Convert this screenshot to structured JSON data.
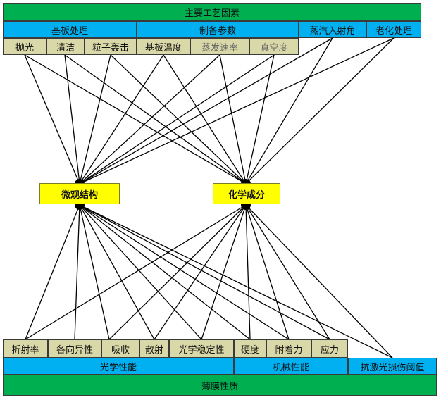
{
  "top_title": "主要工艺因素",
  "process_groups": [
    {
      "key": "substrate",
      "label": "基板处理"
    },
    {
      "key": "prep",
      "label": "制备参数"
    },
    {
      "key": "angle",
      "label": "蒸汽入射角"
    },
    {
      "key": "aging",
      "label": "老化处理"
    }
  ],
  "process_params": [
    {
      "key": "polish",
      "label": "抛光",
      "muted": false
    },
    {
      "key": "clean",
      "label": "清洁",
      "muted": false
    },
    {
      "key": "ion",
      "label": "粒子轰击",
      "muted": false
    },
    {
      "key": "temp",
      "label": "基板温度",
      "muted": false
    },
    {
      "key": "rate",
      "label": "蒸发速率",
      "muted": true
    },
    {
      "key": "vacuum",
      "label": "真空度",
      "muted": true
    }
  ],
  "middle_nodes": [
    {
      "key": "micro",
      "label": "微观结构"
    },
    {
      "key": "chem",
      "label": "化学成分"
    }
  ],
  "properties": [
    {
      "key": "refr",
      "label": "折射率"
    },
    {
      "key": "aniso",
      "label": "各向异性"
    },
    {
      "key": "absorb",
      "label": "吸收"
    },
    {
      "key": "scatter",
      "label": "散射"
    },
    {
      "key": "optstab",
      "label": "光学稳定性"
    },
    {
      "key": "hard",
      "label": "硬度"
    },
    {
      "key": "adhes",
      "label": "附着力"
    },
    {
      "key": "stress",
      "label": "应力"
    }
  ],
  "property_groups": [
    {
      "key": "optical",
      "label": "光学性能"
    },
    {
      "key": "mech",
      "label": "机械性能"
    },
    {
      "key": "ldt",
      "label": "抗激光损伤阈值"
    }
  ],
  "bottom_title": "薄膜性质",
  "links_upper": [
    {
      "from": "polish",
      "to": "micro"
    },
    {
      "from": "polish",
      "to": "chem"
    },
    {
      "from": "clean",
      "to": "micro"
    },
    {
      "from": "clean",
      "to": "chem"
    },
    {
      "from": "ion",
      "to": "micro"
    },
    {
      "from": "ion",
      "to": "chem"
    },
    {
      "from": "temp",
      "to": "micro"
    },
    {
      "from": "temp",
      "to": "chem"
    },
    {
      "from": "rate",
      "to": "micro"
    },
    {
      "from": "rate",
      "to": "chem"
    },
    {
      "from": "vacuum",
      "to": "micro"
    },
    {
      "from": "vacuum",
      "to": "chem"
    },
    {
      "from": "angle",
      "to": "micro"
    },
    {
      "from": "angle",
      "to": "chem"
    },
    {
      "from": "aging",
      "to": "micro"
    },
    {
      "from": "aging",
      "to": "chem"
    }
  ],
  "links_lower": [
    {
      "from": "micro",
      "to": "refr"
    },
    {
      "from": "micro",
      "to": "aniso"
    },
    {
      "from": "micro",
      "to": "absorb"
    },
    {
      "from": "micro",
      "to": "scatter"
    },
    {
      "from": "micro",
      "to": "optstab"
    },
    {
      "from": "micro",
      "to": "hard"
    },
    {
      "from": "micro",
      "to": "adhes"
    },
    {
      "from": "micro",
      "to": "stress"
    },
    {
      "from": "micro",
      "to": "ldt"
    },
    {
      "from": "chem",
      "to": "refr"
    },
    {
      "from": "chem",
      "to": "absorb"
    },
    {
      "from": "chem",
      "to": "scatter"
    },
    {
      "from": "chem",
      "to": "optstab"
    },
    {
      "from": "chem",
      "to": "hard"
    },
    {
      "from": "chem",
      "to": "adhes"
    },
    {
      "from": "chem",
      "to": "stress"
    },
    {
      "from": "chem",
      "to": "ldt"
    }
  ],
  "colors": {
    "header_green": "#00b050",
    "group_blue": "#00b0f0",
    "param_khaki": "#d8d8a8",
    "node_yellow": "#ffff00",
    "line": "#000000"
  }
}
